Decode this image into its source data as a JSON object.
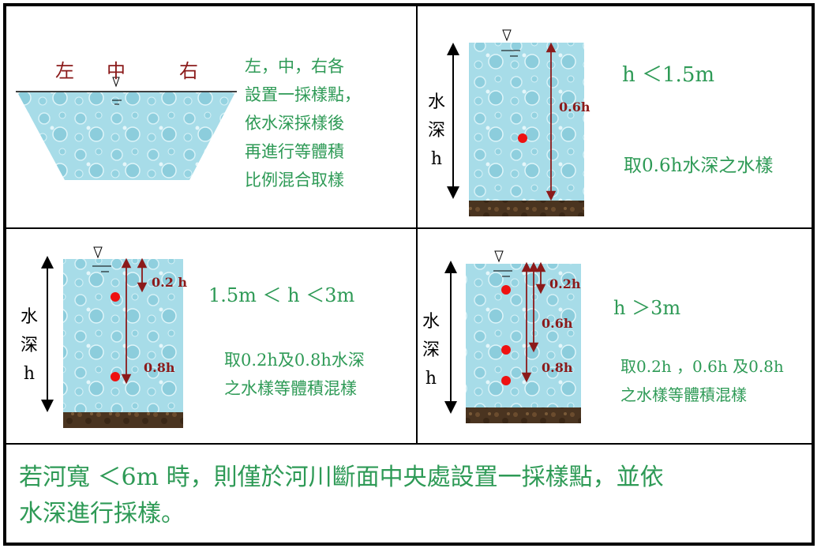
{
  "panel1": {
    "left_label": "左",
    "middle_label": "中",
    "right_label": "右",
    "desc_lines": [
      "左，中，右各",
      "設置一採樣點，",
      "依水深採樣後",
      "再進行等體積",
      "比例混合取樣"
    ]
  },
  "panel2": {
    "depth_axis": [
      "水",
      "深",
      "h"
    ],
    "depth_label": "0.6h",
    "condition": "h ＜1.5m",
    "instruction": "取0.6h水深之水樣"
  },
  "panel3": {
    "depth_axis": [
      "水",
      "深",
      "h"
    ],
    "depth_labels": [
      "0.2 h",
      "0.8h"
    ],
    "condition": "1.5m ＜ h ＜3m",
    "instruction_lines": [
      "取0.2h及0.8h水深",
      "之水樣等體積混樣"
    ]
  },
  "panel4": {
    "depth_axis": [
      "水",
      "深",
      "h"
    ],
    "depth_labels": [
      "0.2h",
      "0.6h",
      "0.8h"
    ],
    "condition": "h ＞3m",
    "instruction_lines": [
      "取0.2h ，0.6h 及0.8h",
      "之水樣等體積混樣"
    ]
  },
  "footer": {
    "lines": [
      "若河寬 ＜6m 時，則僅於河川斷面中央處設置一採樣點，並依",
      "水深進行採樣。"
    ]
  },
  "colors": {
    "text_green": "#2e9a56",
    "label_red": "#8b1a1a",
    "water": "#a7dce8",
    "sediment": "#4a3420",
    "sample_point": "#ee1111"
  }
}
